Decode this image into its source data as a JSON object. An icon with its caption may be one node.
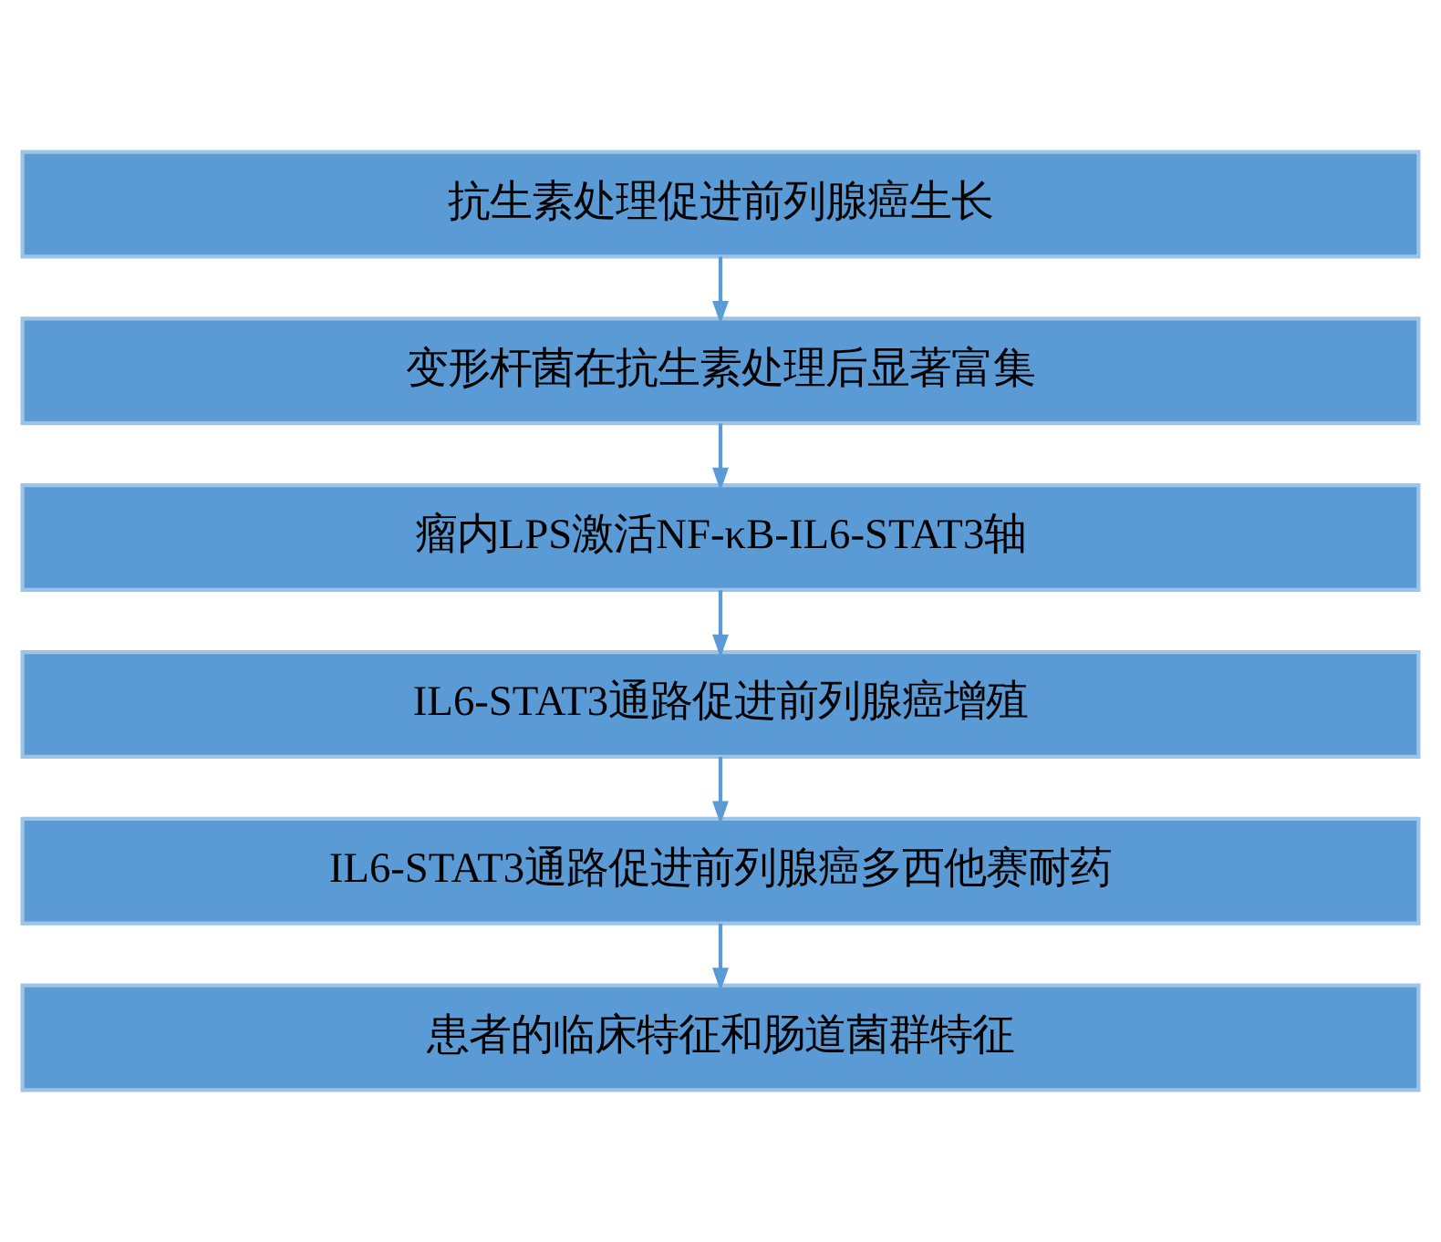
{
  "diagram": {
    "nodes": [
      {
        "text": [
          "抗生素处理促进前列腺癌生长"
        ]
      },
      {
        "text": [
          "变形杆菌在抗生素处理后显著富集"
        ]
      },
      {
        "text": [
          "瘤内LPS激活NF-κB-IL6-STAT3轴"
        ]
      },
      {
        "text": [
          "IL6-STAT3通路促进前列腺癌增殖"
        ]
      },
      {
        "text": [
          "IL6-STAT3通路促进前列腺癌多西他赛耐药"
        ]
      },
      {
        "text": [
          "患者的临床特征和肠道菌群特征"
        ]
      }
    ],
    "edges": [
      {
        "from": 0,
        "to": 1,
        "arrow": "to"
      },
      {
        "from": 1,
        "to": 2,
        "arrow": "to"
      },
      {
        "from": 2,
        "to": 3,
        "arrow": "to"
      },
      {
        "from": 3,
        "to": 4,
        "arrow": "to"
      },
      {
        "from": 4,
        "to": 5,
        "arrow": "to"
      }
    ]
  }
}
